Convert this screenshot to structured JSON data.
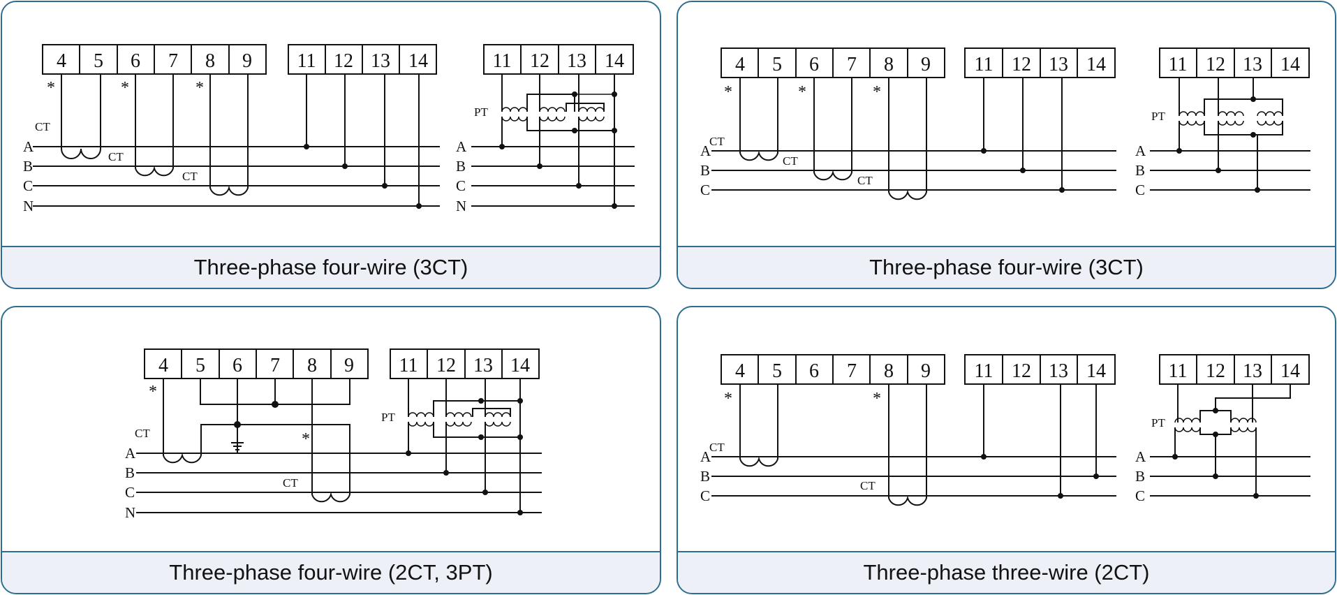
{
  "panels": [
    {
      "caption": "Three-phase four-wire (3CT)",
      "current_terminals": [
        "4",
        "5",
        "6",
        "7",
        "8",
        "9"
      ],
      "voltage_terminals": [
        "11",
        "12",
        "13",
        "14"
      ],
      "pt_terminals": [
        "11",
        "12",
        "13",
        "14"
      ],
      "phases": [
        "A",
        "B",
        "C",
        "N"
      ],
      "pt_phases": [
        "A",
        "B",
        "C",
        "N"
      ],
      "ct_label": "CT",
      "pt_label": "PT",
      "polarity_mark": "*"
    },
    {
      "caption": "Three-phase four-wire (3CT)",
      "current_terminals": [
        "4",
        "5",
        "6",
        "7",
        "8",
        "9"
      ],
      "voltage_terminals": [
        "11",
        "12",
        "13",
        "14"
      ],
      "pt_terminals": [
        "11",
        "12",
        "13",
        "14"
      ],
      "phases": [
        "A",
        "B",
        "C"
      ],
      "pt_phases": [
        "A",
        "B",
        "C"
      ],
      "ct_label": "CT",
      "pt_label": "PT",
      "polarity_mark": "*"
    },
    {
      "caption": "Three-phase four-wire (2CT, 3PT)",
      "current_terminals": [
        "4",
        "5",
        "6",
        "7",
        "8",
        "9"
      ],
      "voltage_terminals": [
        "11",
        "12",
        "13",
        "14"
      ],
      "phases": [
        "A",
        "B",
        "C",
        "N"
      ],
      "ct_label": "CT",
      "pt_label": "PT",
      "polarity_mark": "*"
    },
    {
      "caption": "Three-phase three-wire (2CT)",
      "current_terminals": [
        "4",
        "5",
        "6",
        "7",
        "8",
        "9"
      ],
      "voltage_terminals": [
        "11",
        "12",
        "13",
        "14"
      ],
      "pt_terminals": [
        "11",
        "12",
        "13",
        "14"
      ],
      "phases": [
        "A",
        "B",
        "C"
      ],
      "pt_phases": [
        "A",
        "B",
        "C"
      ],
      "ct_label": "CT",
      "pt_label": "PT",
      "polarity_mark": "*"
    }
  ]
}
